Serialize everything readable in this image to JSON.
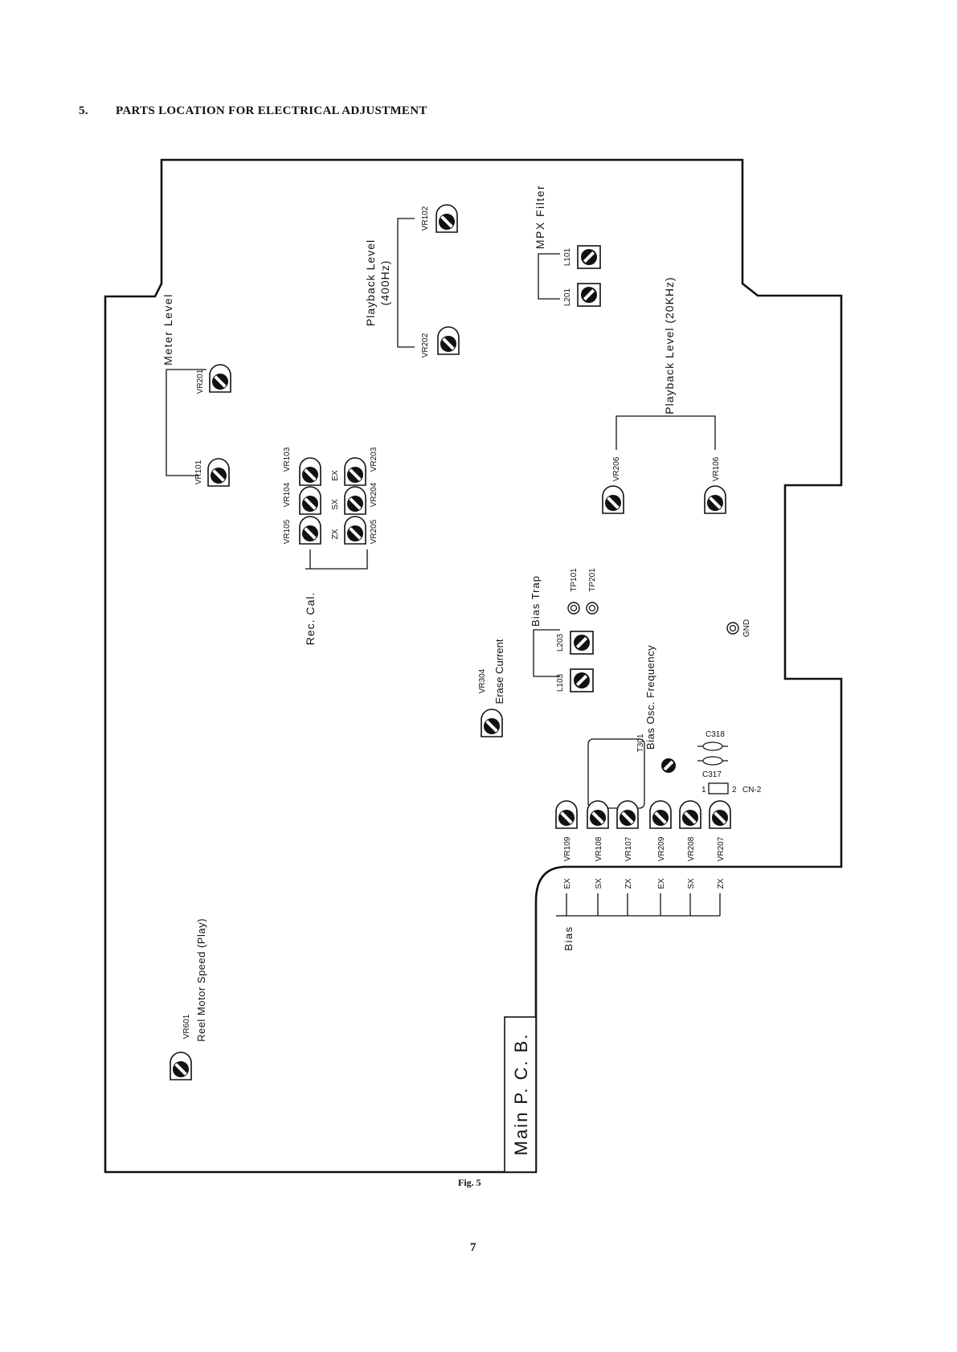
{
  "header": {
    "section_number": "5.",
    "title": "PARTS LOCATION FOR ELECTRICAL ADJUSTMENT"
  },
  "board": {
    "label": "Main  P. C. B."
  },
  "groups": {
    "meter_level": "Meter Level",
    "playback_level_400": {
      "line1": "Playback Level",
      "line2": "(400Hz)"
    },
    "mpx_filter": "MPX  Filter",
    "playback_level_20k": "Playback Level (20KHz)",
    "rec_cal": "Rec. Cal.",
    "bias_trap": "Bias Trap",
    "erase_current": "Erase Current",
    "bias_osc": "Bias Osc. Frequency",
    "bias": "Bias",
    "reel_motor": "Reel Motor Speed (Play)"
  },
  "parts": {
    "vr101": "VR101",
    "vr201": "VR201",
    "vr102": "VR102",
    "vr202": "VR202",
    "l101": "L101",
    "l201": "L201",
    "vr206": "VR206",
    "vr106": "VR106",
    "vr105": "VR105",
    "vr104": "VR104",
    "vr103": "VR103",
    "vr205": "VR205",
    "vr204": "VR204",
    "vr203": "VR203",
    "zx": "ZX",
    "sx": "SX",
    "ex": "EX",
    "l103": "L103",
    "l203": "L203",
    "tp101": "TP101",
    "tp201": "TP201",
    "gnd": "GND",
    "vr304": "VR304",
    "t301": "T301",
    "c318": "C318",
    "c317": "C317",
    "cn2": "CN-2",
    "pin1": "1",
    "pin2": "2",
    "vr109": "VR109",
    "vr108": "VR108",
    "vr107": "VR107",
    "vr209": "VR209",
    "vr208": "VR208",
    "vr207": "VR207",
    "vr601": "VR601"
  },
  "footer": {
    "figure_caption": "Fig. 5",
    "page_number": "7"
  }
}
